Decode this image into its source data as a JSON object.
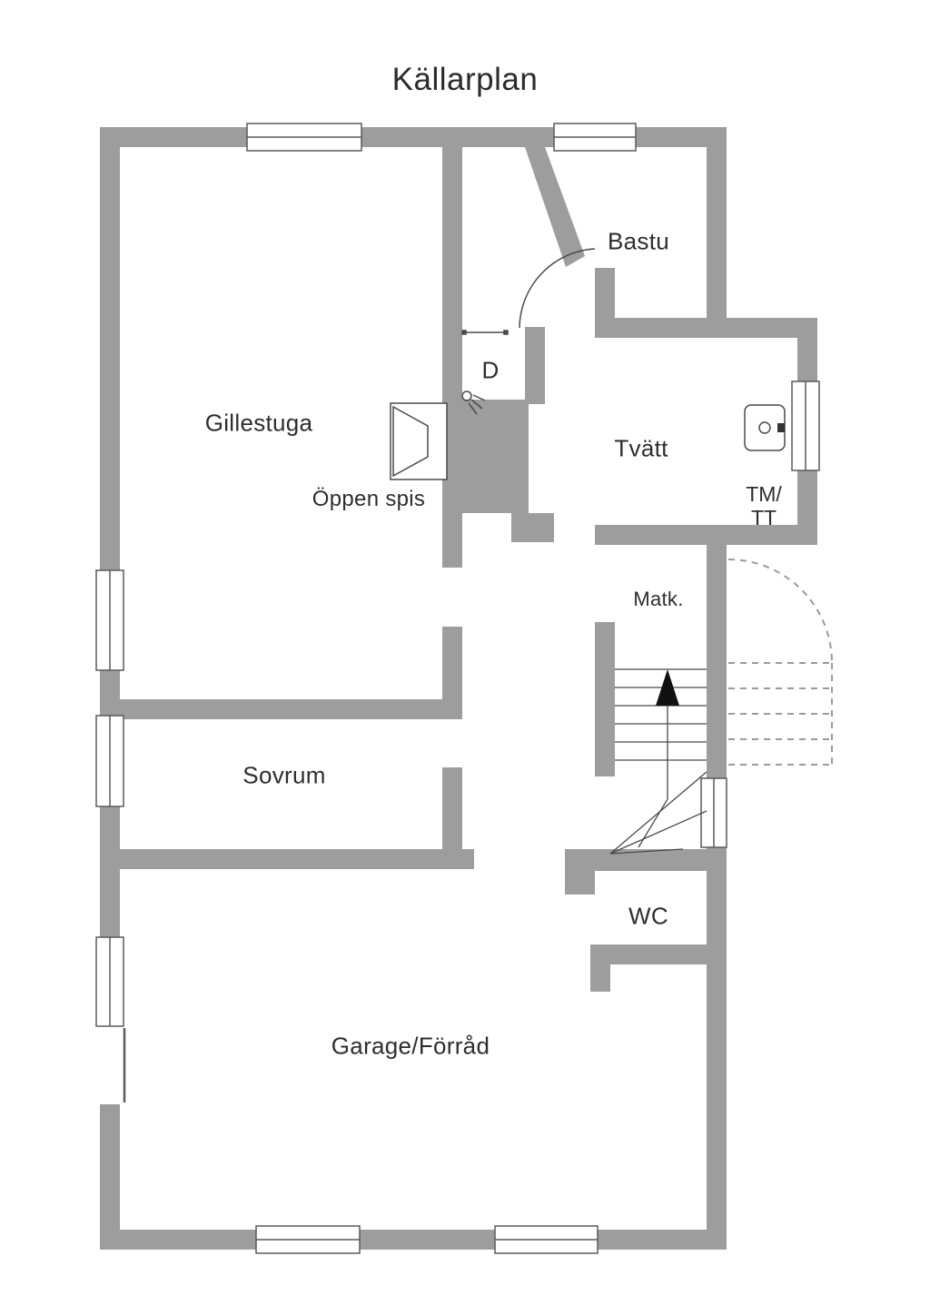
{
  "title": "Källarplan",
  "floor_plan": {
    "labels": {
      "gillestuga": "Gillestuga",
      "bastu": "Bastu",
      "shower": "D",
      "tvatt": "Tvätt",
      "tm": "TM/",
      "tt": "TT",
      "oppen_spis": "Öppen spis",
      "matk": "Matk.",
      "sovrum": "Sovrum",
      "wc": "WC",
      "garage": "Garage/Förråd"
    },
    "colors": {
      "wall": "#9d9d9d",
      "fixture_line": "#4a4a4a",
      "text": "#2e2e2e",
      "dashed_steps": "#9a9a9a",
      "stair_arrow": "#111111",
      "background": "#ffffff"
    },
    "icons": {
      "stairs": "up-arrow",
      "fireplace": "hearth-symbol",
      "sink": "laundry-sink",
      "shower": "shower-head",
      "outdoor_steps": "dashed-exterior-stairs"
    }
  }
}
